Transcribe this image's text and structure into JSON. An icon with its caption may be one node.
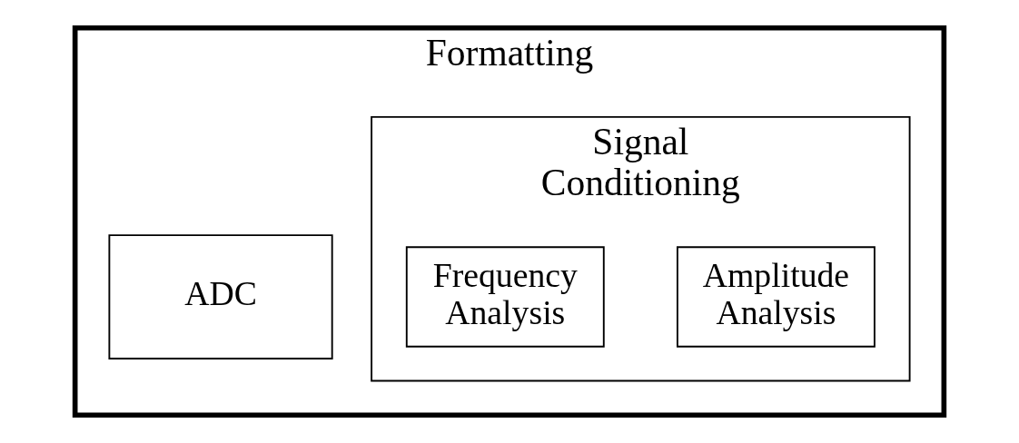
{
  "diagram": {
    "nodes": [
      {
        "text": [
          "Formatting"
        ]
      },
      {
        "text": [
          "Signal Conditioning"
        ],
        "in": 0
      },
      {
        "text": [
          "Amplitude Analysis"
        ],
        "in": 1
      },
      {
        "text": [
          "Frequency Analysis"
        ],
        "in": 1
      },
      {
        "text": [
          "ADC"
        ],
        "in": 0
      }
    ]
  }
}
